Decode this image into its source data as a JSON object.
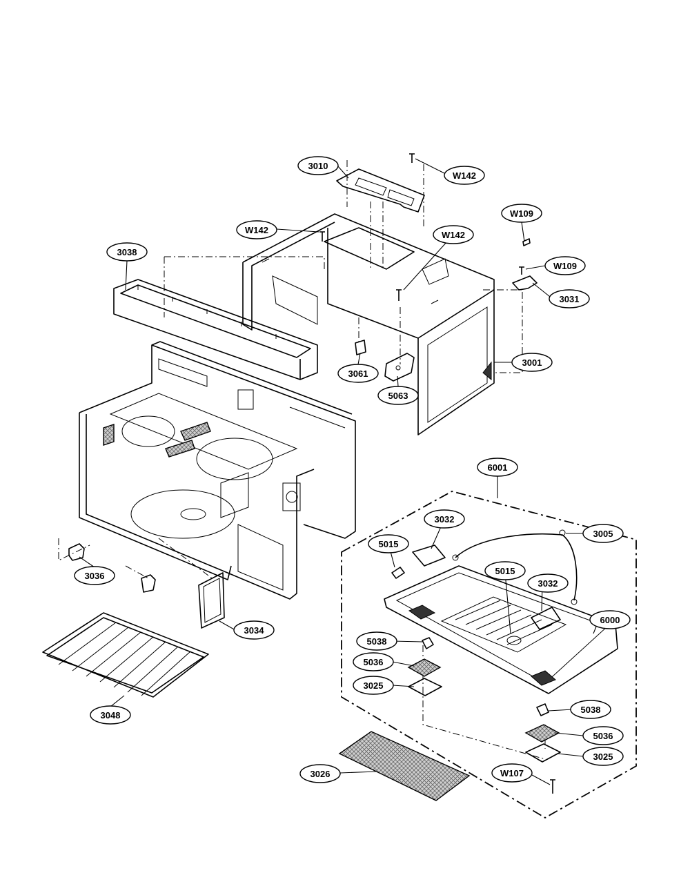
{
  "labels": {
    "l3010": "3010",
    "lW142a": "W142",
    "lW142b": "W142",
    "lW142c": "W142",
    "lW109a": "W109",
    "lW109b": "W109",
    "l3038": "3038",
    "l3031": "3031",
    "l3001": "3001",
    "l3061": "3061",
    "l5063": "5063",
    "l6001": "6001",
    "l3032a": "3032",
    "l3032b": "3032",
    "l3005": "3005",
    "l5015a": "5015",
    "l5015b": "5015",
    "l3036": "3036",
    "l6000": "6000",
    "l3034": "3034",
    "l5038a": "5038",
    "l5038b": "5038",
    "l5036a": "5036",
    "l5036b": "5036",
    "l3025a": "3025",
    "l3025b": "3025",
    "l3048": "3048",
    "l3026": "3026",
    "lW107": "W107"
  }
}
